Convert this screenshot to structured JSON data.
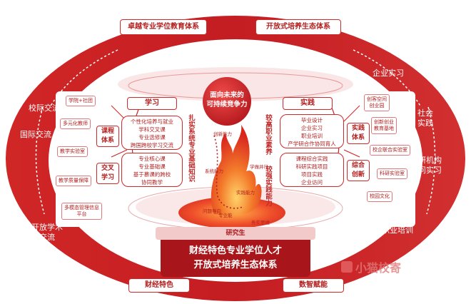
{
  "top_boxes": {
    "left": "卓越专业学位教育体系",
    "right": "开放式培养生态体系"
  },
  "outer_ring": {
    "left": [
      "校际交流",
      "国际交流",
      "开放学术\n交流"
    ],
    "right": [
      "企业实习",
      "社会\n实践",
      "科研机构\n访问实习",
      "职业培训"
    ]
  },
  "center": {
    "bubble": "面向未来的\n可持续竞争力",
    "vertical_left": "扎实系统专业基础知识",
    "vertical_right_1": "较高职业素养",
    "vertical_right_2": "较强实践能力",
    "flame_labels": [
      "创新能力",
      "系统能力",
      "问题导向",
      "实践能力",
      "学做并行",
      "务实思维",
      "专业能"
    ]
  },
  "learning": {
    "header": "学习",
    "course_label": "课程\n体系",
    "cross_label": "交叉\n学习",
    "course_items": [
      "个性化培养与就业",
      "学科交叉课",
      "专业选修课",
      "跨国跨校学习交流"
    ],
    "cross_items": [
      "专业核心课",
      "专业基础课",
      "基于慕课的跨校",
      "协同教学"
    ],
    "left_small": [
      "学院+社团",
      "多元化教师",
      "教学实验室",
      "教学质量保障",
      "多模态管理信息\n平台"
    ]
  },
  "practice": {
    "header": "实践",
    "practice_label": "实践\n体系",
    "innovation_label": "综合\n创新",
    "practice_items": [
      "毕业设计",
      "企业实习",
      "职业培训",
      "产学研合作协同育人"
    ],
    "innovation_items": [
      "课程综合实践",
      "科研实践项目",
      "项目实践",
      "企业访问"
    ],
    "right_small": [
      "创客空间\n创业园",
      "创新创业\n教育基地",
      "校企联合实验室",
      "科研实验室",
      "校园文化"
    ]
  },
  "bottom": {
    "label_top": "研究生",
    "banner_line1": "财经特色专业学位人才",
    "banner_line2": "开放式培养生态体系",
    "left_box": "财经特色",
    "right_box": "数智赋能",
    "watermark": "小猫校寄"
  },
  "colors": {
    "primary": "#cc2222",
    "dark": "#a8161b",
    "light": "#f6d2d2"
  }
}
